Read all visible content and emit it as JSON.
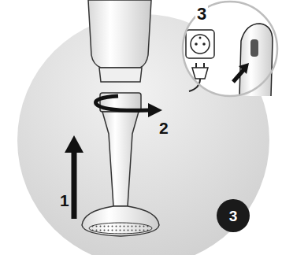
{
  "diagram": {
    "nodes": [
      {
        "text": [
          "3"
        ]
      },
      {
        "text": [
          "3"
        ]
      }
    ],
    "labels": [
      "1",
      "2"
    ]
  }
}
